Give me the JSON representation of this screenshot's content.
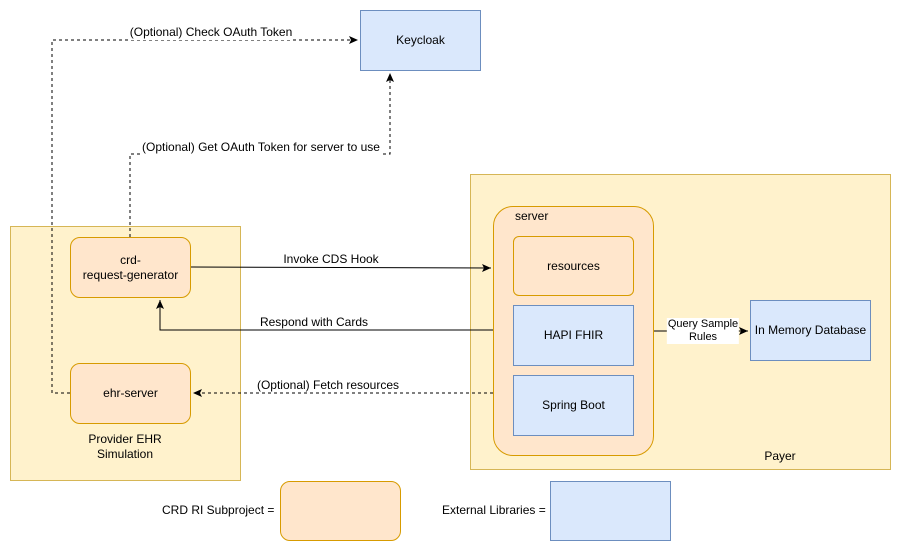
{
  "nodes": {
    "keycloak": "Keycloak",
    "crd_request_generator_line1": "crd-",
    "crd_request_generator_line2": "request-generator",
    "ehr_server": "ehr-server",
    "provider_ehr_line1": "Provider EHR",
    "provider_ehr_line2": "Simulation",
    "server": "server",
    "resources": "resources",
    "hapi_fhir": "HAPI FHIR",
    "spring_boot": "Spring Boot",
    "in_memory_database": "In Memory Database",
    "payer": "Payer"
  },
  "edges": {
    "check_oauth": "(Optional) Check OAuth Token",
    "get_oauth": "(Optional) Get OAuth Token for server to use",
    "invoke_cds": "Invoke CDS Hook",
    "respond_cards": "Respond with Cards",
    "fetch_resources": "(Optional) Fetch resources",
    "query_rules_line1": "Query Sample",
    "query_rules_line2": "Rules"
  },
  "legend": {
    "crd_subproject": "CRD RI Subproject =",
    "external_libraries": "External Libraries ="
  },
  "colors": {
    "blue_fill": "#dae8fc",
    "blue_stroke": "#6c8ebf",
    "orange_fill": "#ffe6cc",
    "orange_stroke": "#d79b00",
    "yellow_fill": "#fff2cc",
    "yellow_stroke": "#d6b656"
  }
}
